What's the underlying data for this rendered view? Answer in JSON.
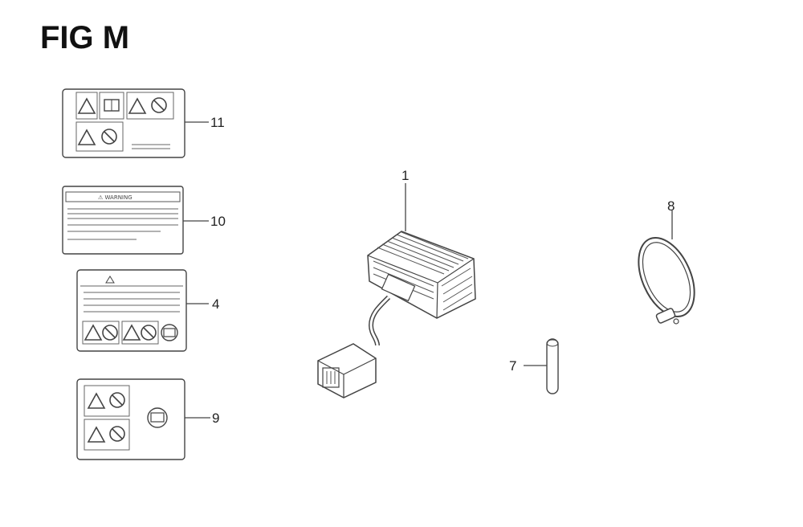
{
  "figure": {
    "title": "FIG M"
  },
  "callouts": {
    "label_safety_11": "11",
    "label_warning_10": "10",
    "label_caution_4": "4",
    "label_symbols_9": "9",
    "regulator": "1",
    "pin": "7",
    "band": "8"
  },
  "warning_label": {
    "heading": "⚠ WARNING"
  },
  "icons": [
    "warning-triangle-icon",
    "no-symbol-icon",
    "book-icon"
  ],
  "colors": {
    "line": "#444444",
    "background": "#ffffff"
  }
}
